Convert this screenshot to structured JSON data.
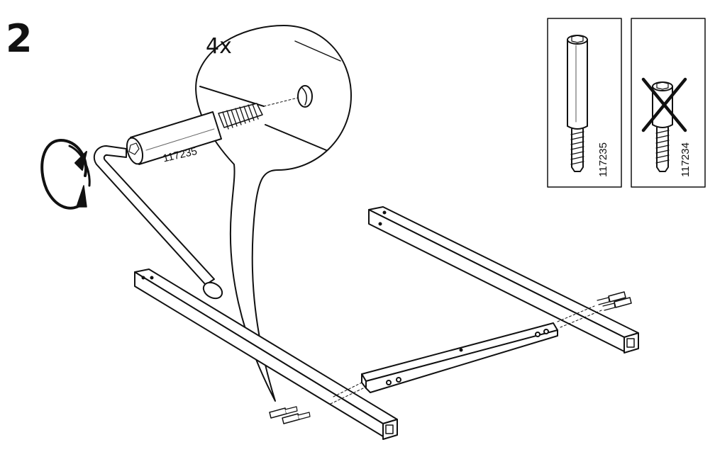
{
  "step": {
    "number": "2"
  },
  "detail": {
    "quantity": "4x",
    "part_number": "117235"
  },
  "parts_reference": [
    {
      "part_number": "117235",
      "status": "correct"
    },
    {
      "part_number": "117234",
      "status": "incorrect"
    }
  ],
  "colors": {
    "ink": "#111111",
    "paper": "#ffffff"
  },
  "icons": [
    "allen-key-icon",
    "rotate-clockwise-icon",
    "cross-mark-icon"
  ]
}
